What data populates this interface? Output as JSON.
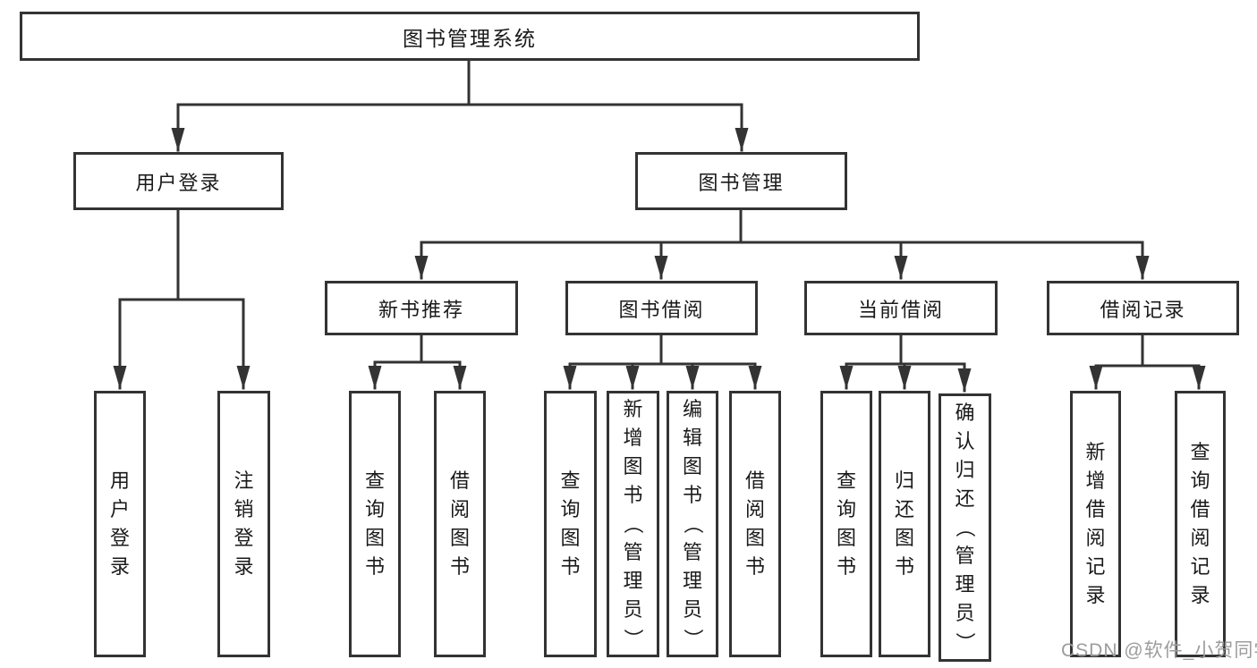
{
  "diagram": {
    "title": "图书管理系统",
    "root": {
      "label": "图书管理系统"
    },
    "branches": [
      {
        "id": "user-login",
        "label": "用户登录",
        "parent": "图书管理系统"
      },
      {
        "id": "book-management",
        "label": "图书管理",
        "parent": "图书管理系统"
      }
    ],
    "categories": [
      {
        "id": "new-book-recommend",
        "label": "新书推荐",
        "parent": "图书管理"
      },
      {
        "id": "book-borrowing",
        "label": "图书借阅",
        "parent": "图书管理"
      },
      {
        "id": "current-borrowing",
        "label": "当前借阅",
        "parent": "图书管理"
      },
      {
        "id": "borrowing-records",
        "label": "借阅记录",
        "parent": "图书管理"
      }
    ],
    "leaves": [
      {
        "label": "用户登录",
        "parent": "用户登录"
      },
      {
        "label": "注销登录",
        "parent": "用户登录"
      },
      {
        "label": "查询图书",
        "parent": "新书推荐"
      },
      {
        "label": "借阅图书",
        "parent": "新书推荐"
      },
      {
        "label": "查询图书",
        "parent": "图书借阅"
      },
      {
        "label": "新增图书（管理员）",
        "parent": "图书借阅"
      },
      {
        "label": "编辑图书（管理员）",
        "parent": "图书借阅"
      },
      {
        "label": "借阅图书",
        "parent": "图书借阅"
      },
      {
        "label": "查询图书",
        "parent": "当前借阅"
      },
      {
        "label": "归还图书",
        "parent": "当前借阅"
      },
      {
        "label": "确认归还（管理员）",
        "parent": "当前借阅"
      },
      {
        "label": "新增借阅记录",
        "parent": "借阅记录"
      },
      {
        "label": "查询借阅记录",
        "parent": "借阅记录"
      }
    ],
    "colors": {
      "line": "#333333",
      "box_border": "#333333",
      "text": "#1a1a1a",
      "background": "#ffffff"
    }
  },
  "watermark": {
    "text": "CSDN @软件_小贺同学",
    "color": "#9c9c9c"
  }
}
